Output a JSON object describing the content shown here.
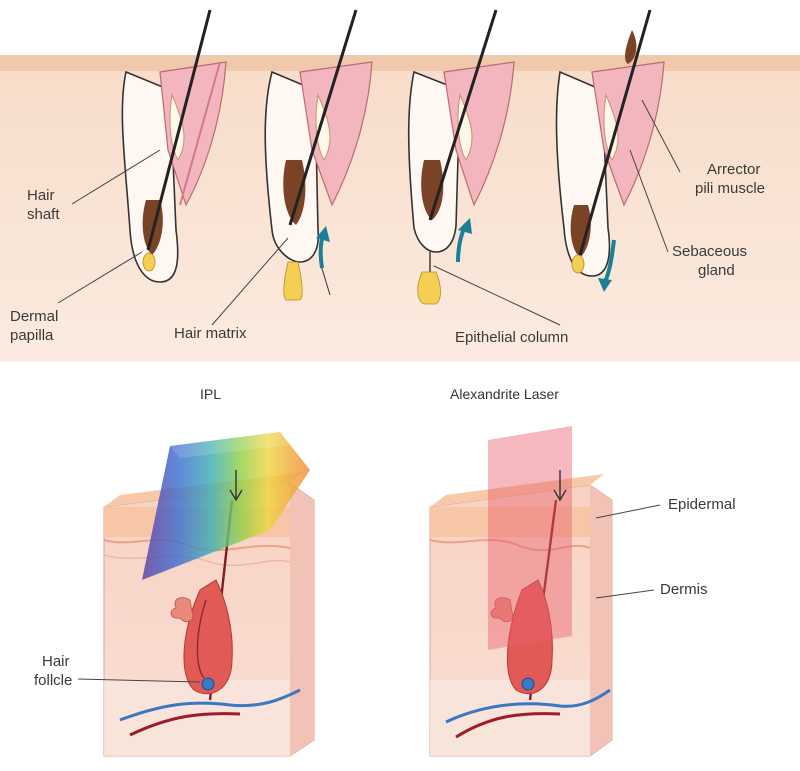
{
  "top_panel": {
    "labels": {
      "hair_shaft": [
        "Hair",
        "shaft"
      ],
      "dermal_papilla": [
        "Dermal",
        "papilla"
      ],
      "hair_matrix": "Hair matrix",
      "epithelial_column": "Epithelial column",
      "arrector_pili": [
        "Arrector",
        "pili muscle"
      ],
      "sebaceous_gland": [
        "Sebaceous",
        "gland"
      ]
    }
  },
  "bottom_panel": {
    "ipl_title": "IPL",
    "laser_title": "Alexandrite Laser",
    "labels": {
      "hair_follicle": [
        "Hair",
        "follcle"
      ],
      "epidermal": "Epidermal",
      "dermis": "Dermis"
    }
  },
  "colors": {
    "skin_top": "#f6d9c3",
    "skin_band": "#f0c9ab",
    "follicle_pink": "#f3b6be",
    "hair_brown": "#7a4326",
    "papilla_yellow": "#f4cf54",
    "arrow_teal": "#1c7f97",
    "laser_red": "#e8616f"
  }
}
